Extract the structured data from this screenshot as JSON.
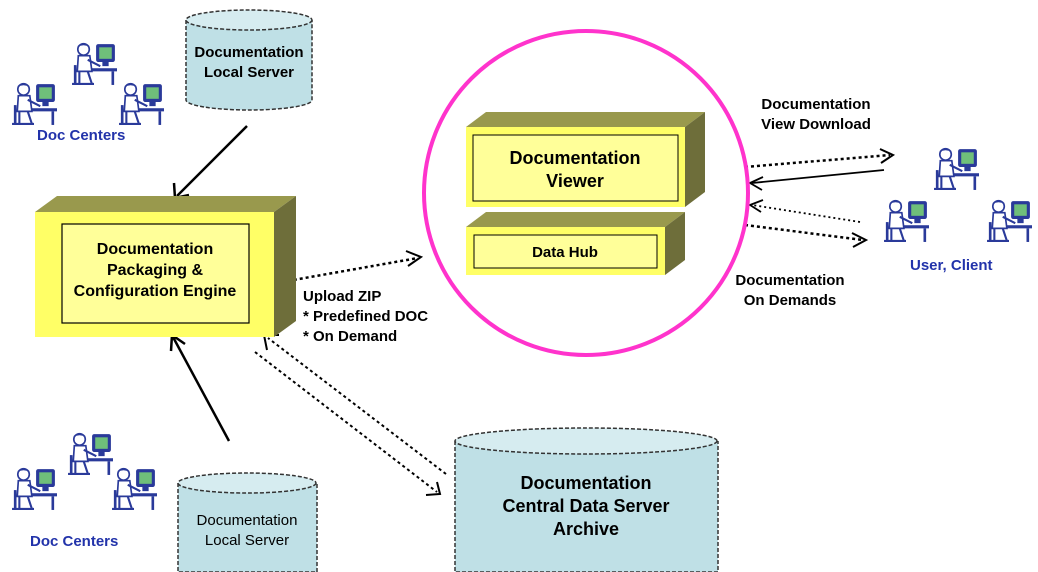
{
  "colors": {
    "box_front": "#FFFF99",
    "box_top": "#99994D",
    "box_side": "#6E6E3A",
    "cylinder": "#BFE0E6",
    "cylinder_edge": "#333333",
    "ring": "#FF33CC",
    "group_label": "#2233AA",
    "text": "#000000",
    "person_icon": "#2A3A9A"
  },
  "icons": [
    "person-at-computer-icon"
  ],
  "servers": {
    "local_top": "Documentation\nLocal Server",
    "local_bottom": "Documentation\nLocal Server",
    "central": "Documentation\nCentral Data Server\nArchive"
  },
  "groups": {
    "doc_centers_top": "Doc Centers",
    "doc_centers_bottom": "Doc Centers",
    "users": "User, Client"
  },
  "engine": {
    "label": "Documentation\nPackaging &\nConfiguration Engine"
  },
  "viewer": {
    "label": "Documentation\nViewer"
  },
  "hub": {
    "label": "Data Hub"
  },
  "annotations": {
    "upload": "Upload ZIP\n* Predefined DOC\n* On Demand",
    "view_download": "Documentation\nView Download",
    "on_demands": "Documentation\nOn Demands"
  }
}
